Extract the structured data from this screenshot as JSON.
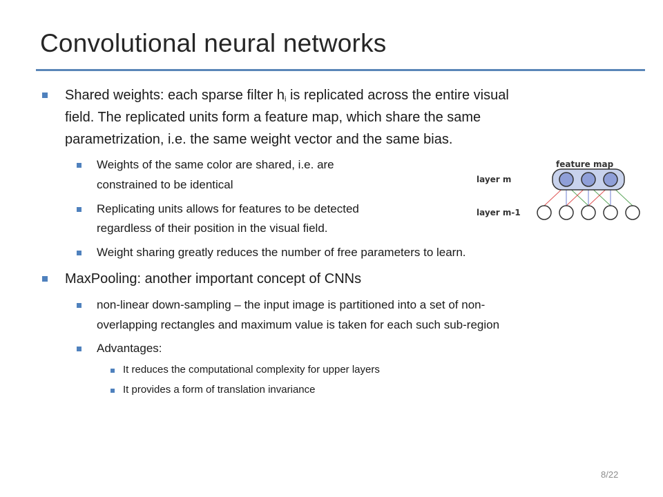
{
  "slide": {
    "title": "Convolutional neural networks",
    "page_number": "8/22"
  },
  "bullets": {
    "shared_weights": {
      "line1_pre": "Shared weights: each sparse filter h",
      "line1_sub": "i",
      "line1_post": " is replicated across the entire visual",
      "line2": "field. The replicated units form a feature map, which share the same",
      "line3": "parametrization, i.e. the same weight vector and the same bias."
    },
    "same_color": {
      "line1": "Weights of the same color are shared, i.e. are",
      "line2": "constrained to be identical"
    },
    "replicating": {
      "line1": "Replicating units allows for features to be detected",
      "line2": "regardless of their position in the visual field."
    },
    "weight_sharing": "Weight sharing greatly reduces the number of free parameters to learn.",
    "maxpooling": "MaxPooling: another important concept of CNNs",
    "nonlinear": {
      "line1": "non-linear down-sampling – the input image is partitioned into a set of non-",
      "line2": "overlapping rectangles and maximum value is taken for each such sub-region"
    },
    "advantages": "Advantages:",
    "adv_complexity": "It reduces the computational complexity for upper layers",
    "adv_invariance": "It provides a form of translation invariance"
  },
  "diagram": {
    "feature_map_label": "feature map",
    "layer_m_label": "layer m",
    "layer_m1_label": "layer m-1",
    "colors": {
      "feature_box": "#c8d2ec",
      "unit_fill": "#8f9fd8",
      "red_weight": "#e05555",
      "blue_weight": "#6f7fd0",
      "green_weight": "#5aa55a"
    }
  }
}
